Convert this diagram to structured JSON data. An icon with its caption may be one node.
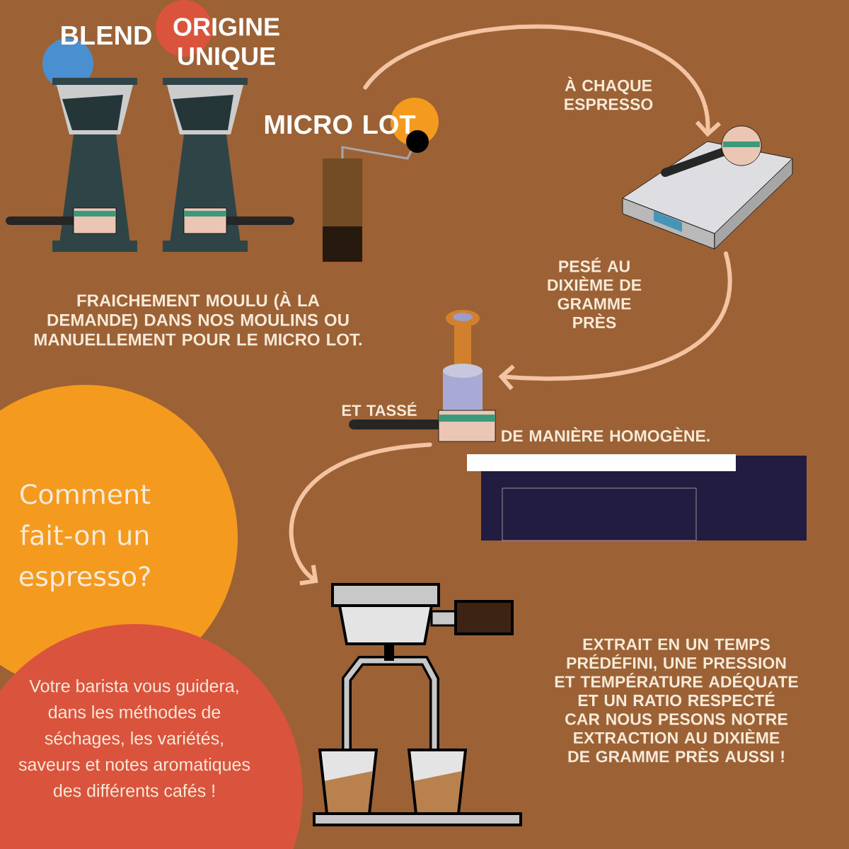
{
  "diagram": {
    "nodes": [
      {
        "text": [],
        "shape": "picture"
      },
      {
        "text": [],
        "shape": "picture",
        "beside": [
          "À CHAQUE ESPRESSO",
          "PESÉ AU DIXIÈME DE GRAMME PRÈS"
        ]
      },
      {
        "text": [],
        "shape": "picture",
        "beside": [
          "DE MANIÈRE HOMOGÈNE."
        ]
      },
      {
        "text": [],
        "shape": "picture",
        "beside": [
          "EXTRAIT EN UN TEMPS PRÉDÉFINI, UNE PRESSION ET TEMPÉRATURE ADÉQUATE ET UN RATIO RESPECTÉ CAR NOUS PESONS NOTRE EXTRACTION AU DIXIÈME DE GRAMME PRÈS AUSSI !"
        ]
      },
      {
        "text": [
          "Comment fait-on un espresso?"
        ]
      },
      {
        "text": [
          "Votre barista vous guidera, dans les méthodes de séchages, les variétés, saveurs et notes aromatiques des différents cafés !"
        ]
      }
    ],
    "edges": [
      {
        "from": 0,
        "to": 1,
        "arrow": "to"
      },
      {
        "from": 1,
        "to": 2,
        "arrow": "to"
      },
      {
        "from": 2,
        "to": 3,
        "arrow": "to"
      }
    ],
    "labels": [
      "BLEND",
      "ORIGINE UNIQUE",
      "MICRO LOT",
      "FRAICHEMENT MOULU (À LA DEMANDE) DANS NOS MOULINS OU MANUELLEMENT POUR LE MICRO LOT.",
      "ET TASSÉ"
    ]
  }
}
